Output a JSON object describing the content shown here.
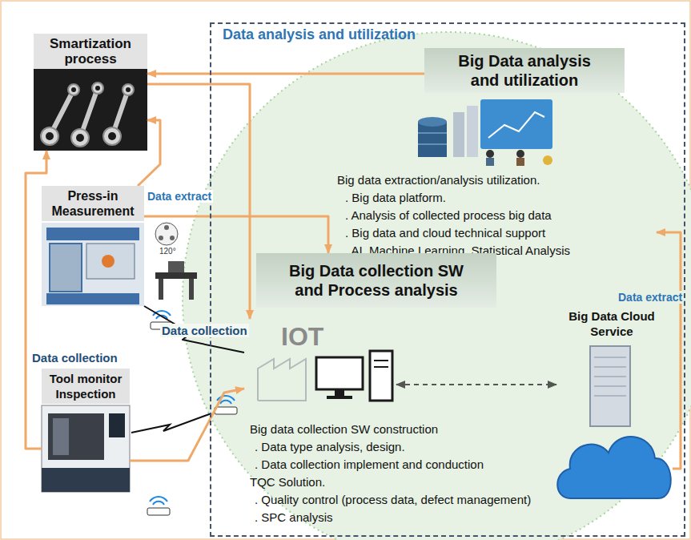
{
  "diagram": {
    "nodes": [
      {
        "text": [
          "Data analysis and utilization"
        ]
      },
      {
        "text": [
          "Smartization process"
        ]
      },
      {
        "text": [
          "Big Data analysis and utilization",
          "Big data extraction/analysis utilization.",
          ". Big data platform.",
          ". Analysis of collected process big data",
          ". Big data and cloud technical support",
          ". AI, Machine Learning, Statistical Analysis"
        ],
        "in": 0
      },
      {
        "text": [
          "Press-in Measurement"
        ]
      },
      {
        "text": [
          "Big Data collection SW and Process analysis"
        ],
        "in": 0
      },
      {
        "text": [
          "Tool monitor Inspection"
        ]
      },
      {
        "text": [
          "Big Data Cloud Service"
        ],
        "in": 0
      },
      {
        "text": [
          "IOT"
        ],
        "in": 0
      }
    ],
    "edges": [
      {
        "from": 2,
        "to": 1,
        "arrow": "to"
      },
      {
        "from": 1,
        "to": 7,
        "arrow": "to"
      },
      {
        "from": 3,
        "to": 1,
        "arrow": "to"
      },
      {
        "from": 3,
        "to": 4,
        "arrow": "to"
      },
      {
        "from": 3,
        "to": 7,
        "arrow": "none",
        "label": "Data collection"
      },
      {
        "from": 5,
        "to": 7,
        "arrow": "to"
      },
      {
        "from": 5,
        "to": 1,
        "arrow": "to"
      },
      {
        "from": 7,
        "to": 6,
        "arrow": "both"
      },
      {
        "from": 6,
        "to": 2,
        "arrow": "to"
      }
    ],
    "labels": [
      "Data extract",
      "Data collection",
      "Data extract",
      "120°",
      "Big data collection SW construction",
      ". Data type analysis, design.",
      ". Data collection implement and conduction",
      "TQC Solution.",
      ". Quality control (process data, defect management)",
      ". SPC analysis"
    ]
  }
}
